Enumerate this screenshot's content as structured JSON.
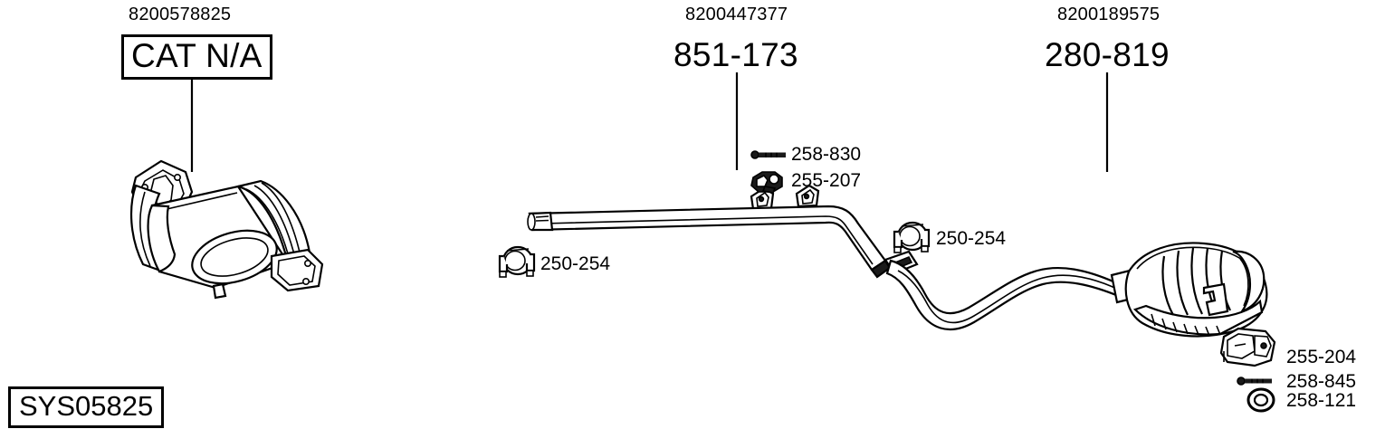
{
  "diagram": {
    "system_code": "SYS05825",
    "background": "#ffffff",
    "line_color": "#000000"
  },
  "assemblies": [
    {
      "id": "catalytic-converter",
      "oem_ref": "8200578825",
      "part_code": "CAT N/A",
      "boxed": true
    },
    {
      "id": "centre-pipe",
      "oem_ref": "8200447377",
      "part_code": "851-173",
      "boxed": false
    },
    {
      "id": "rear-silencer",
      "oem_ref": "8200189575",
      "part_code": "280-819",
      "boxed": false
    }
  ],
  "fittings": [
    {
      "id": "clamp-front",
      "code": "250-254",
      "icon": "u-bolt-clamp-icon"
    },
    {
      "id": "clamp-rear",
      "code": "250-254",
      "icon": "u-bolt-clamp-icon"
    },
    {
      "id": "bolt-centre",
      "code": "258-830",
      "icon": "bolt-icon"
    },
    {
      "id": "mount-centre",
      "code": "255-207",
      "icon": "rubber-mount-icon"
    },
    {
      "id": "bracket-rear",
      "code": "255-204",
      "icon": "bracket-icon"
    },
    {
      "id": "bolt-rear",
      "code": "258-845",
      "icon": "bolt-icon"
    },
    {
      "id": "washer-rear",
      "code": "258-121",
      "icon": "washer-ring-icon"
    }
  ]
}
